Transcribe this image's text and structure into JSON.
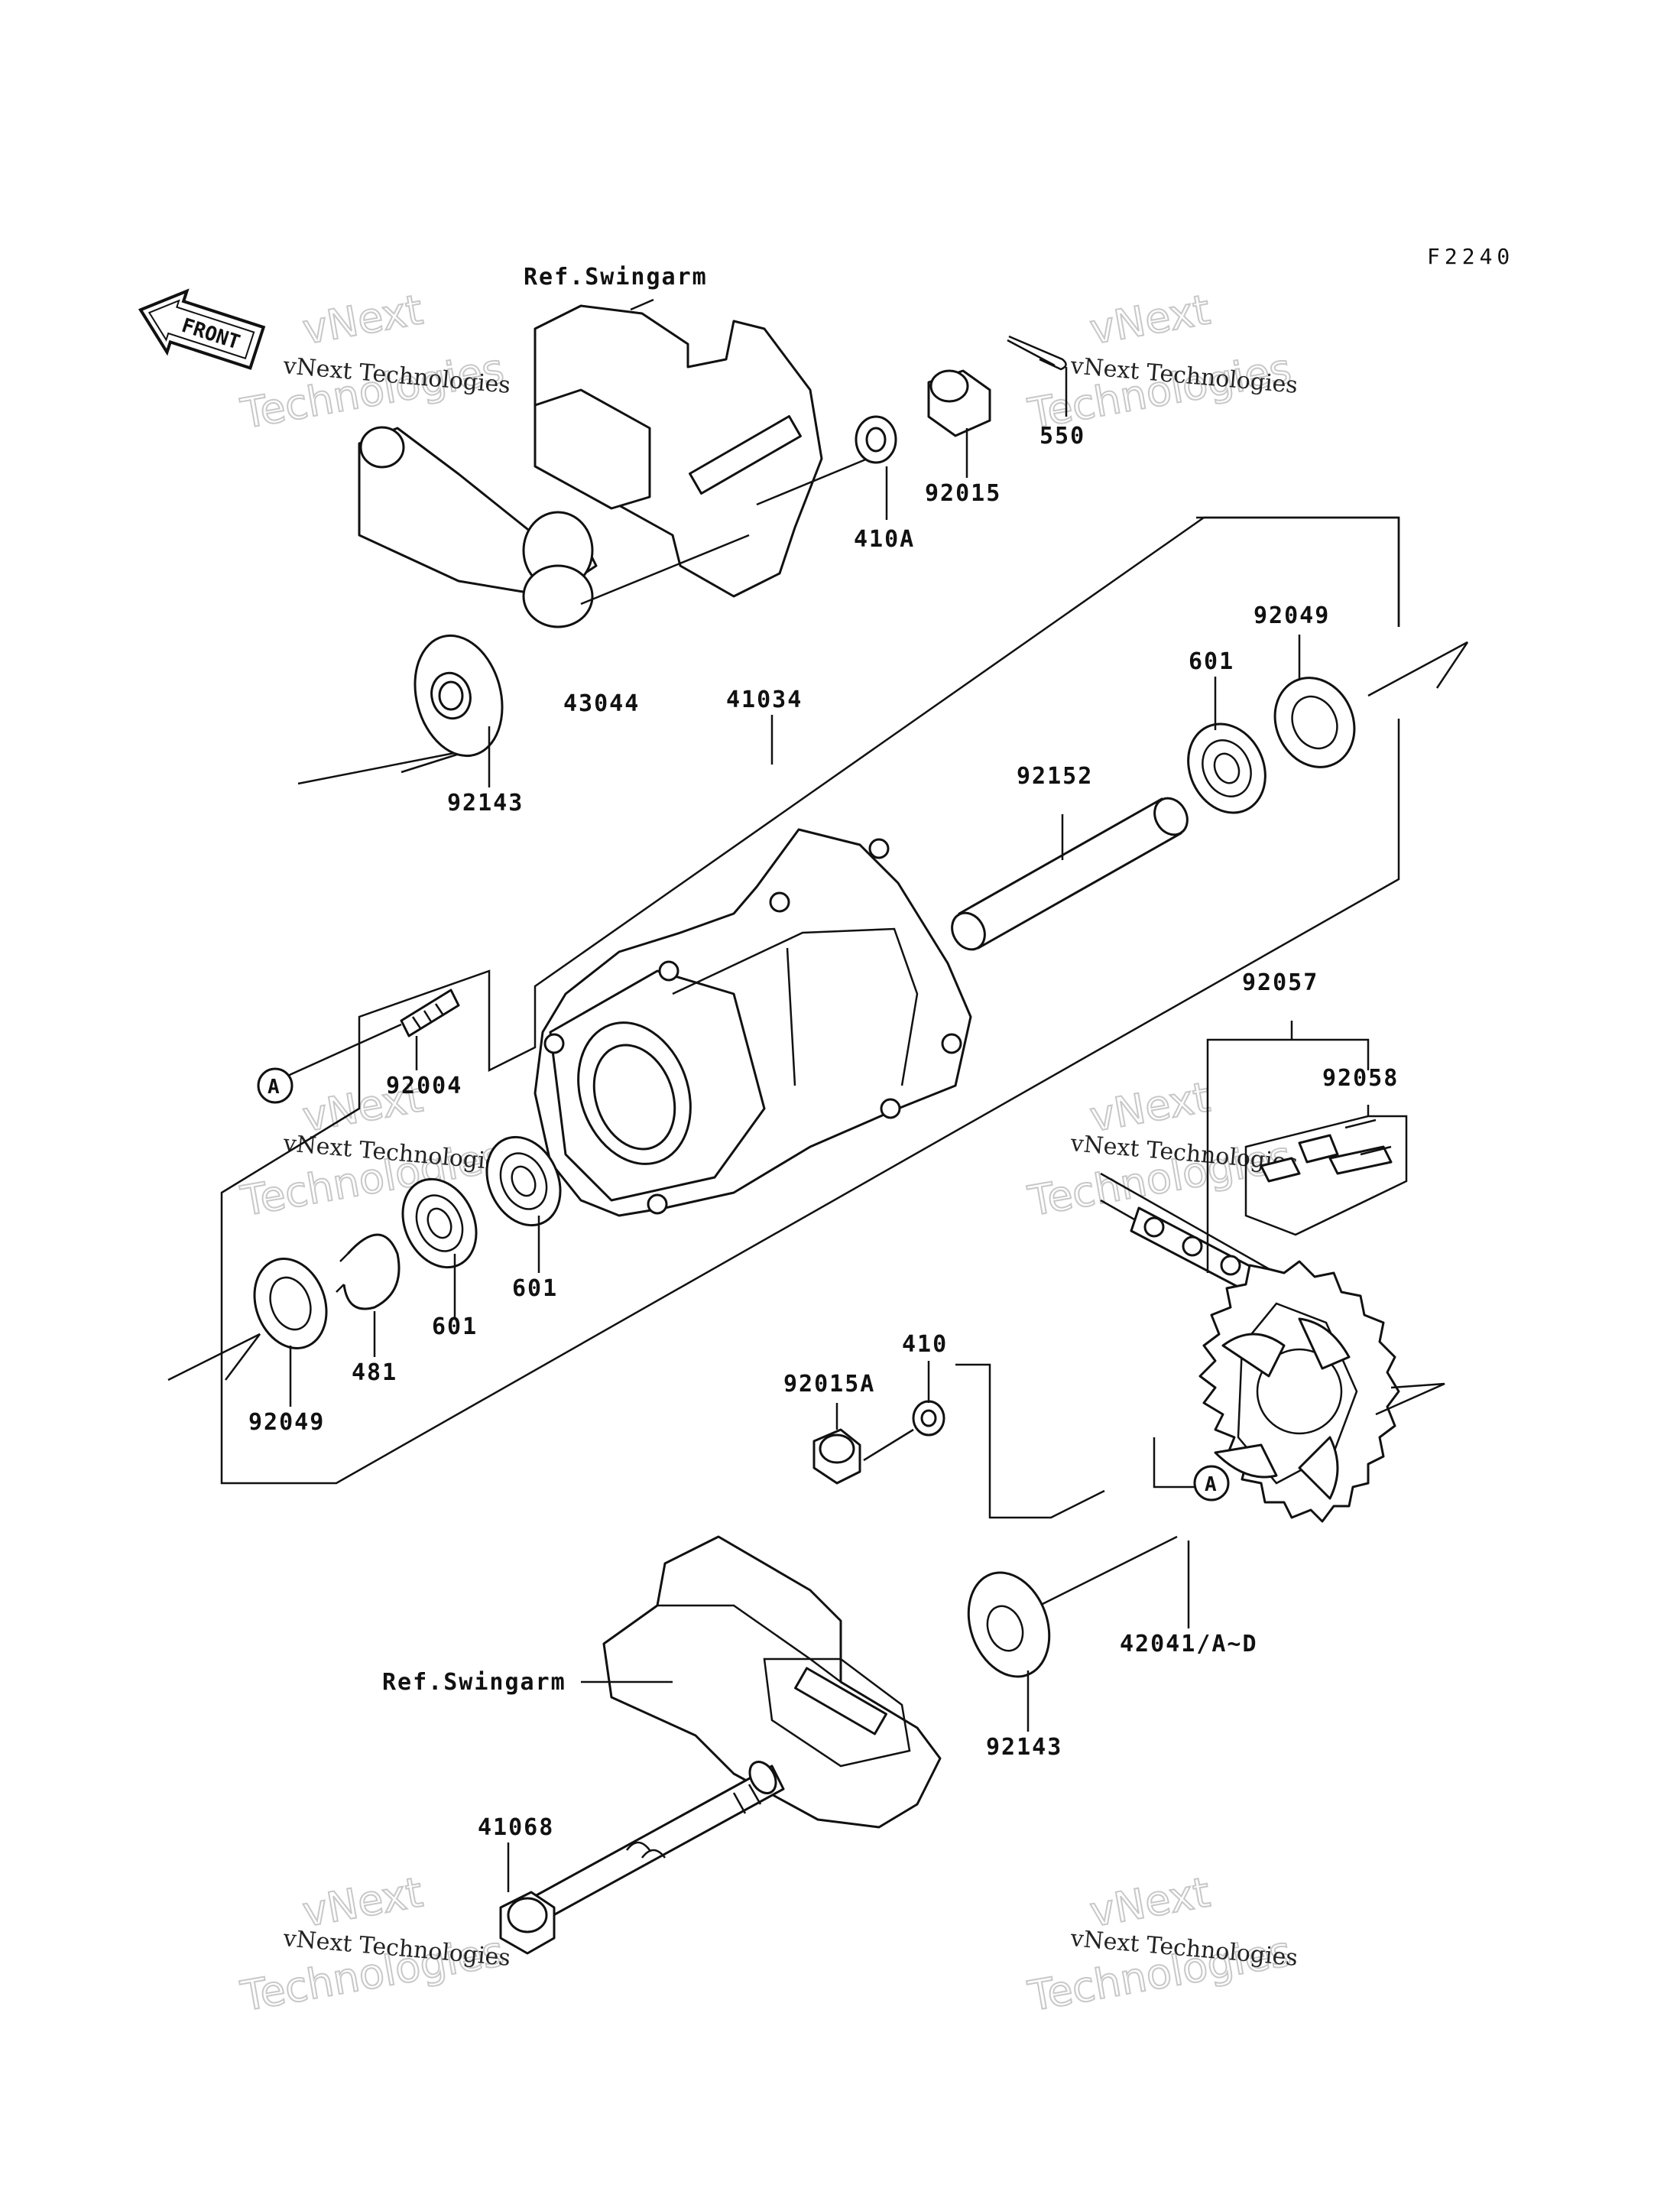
{
  "figure_code": "F2240",
  "front_badge": "FRONT",
  "callouts": {
    "ref_swingarm_top": "Ref.Swingarm",
    "ref_swingarm_bottom": "Ref.Swingarm",
    "p_550": "550",
    "p_92015": "92015",
    "p_410A": "410A",
    "p_43044": "43044",
    "p_92143_top": "92143",
    "p_41034": "41034",
    "p_92049_top": "92049",
    "p_601_top": "601",
    "p_92152": "92152",
    "p_92004": "92004",
    "p_A_left": "A",
    "p_601_a": "601",
    "p_601_b": "601",
    "p_481": "481",
    "p_92049_bottom": "92049",
    "p_92057": "92057",
    "p_92058": "92058",
    "p_410": "410",
    "p_92015A": "92015A",
    "p_A_right": "A",
    "p_92143_bottom": "92143",
    "p_42041": "42041/A~D",
    "p_41068": "41068"
  },
  "watermarks": [
    {
      "small": "vNext Technologies",
      "big1": "vNext",
      "big2": "Technologies"
    },
    {
      "small": "vNext Technologies",
      "big1": "vNext",
      "big2": "Technologies"
    },
    {
      "small": "vNext Technologies",
      "big1": "vNext",
      "big2": "Technologies"
    },
    {
      "small": "vNext Technologies",
      "big1": "vNext",
      "big2": "Technologies"
    },
    {
      "small": "vNext Technologies",
      "big1": "vNext",
      "big2": "Technologies"
    },
    {
      "small": "vNext Technologies",
      "big1": "vNext",
      "big2": "Technologies"
    }
  ]
}
